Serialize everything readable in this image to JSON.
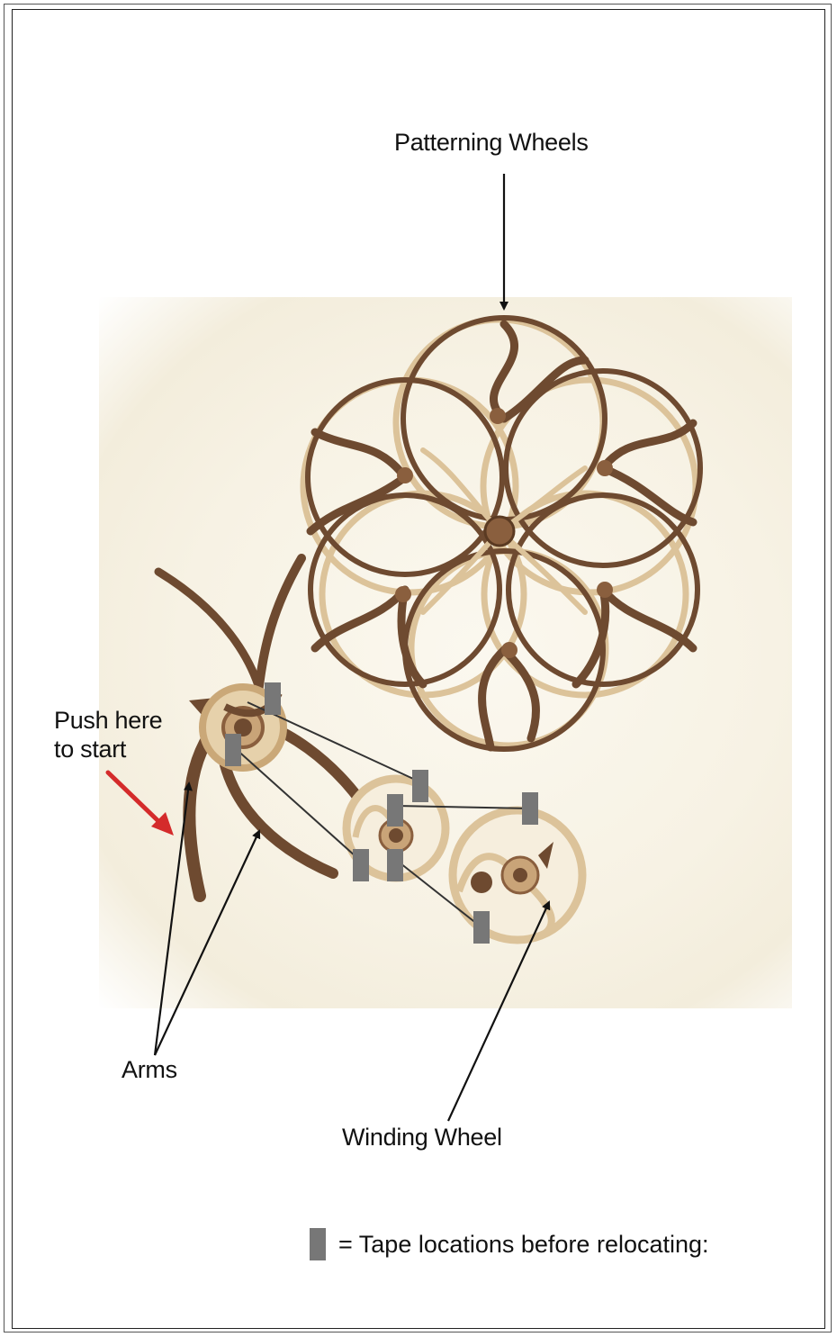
{
  "labels": {
    "patterning_wheels": "Patterning Wheels",
    "push_line1": "Push here",
    "push_line2": "to start",
    "arms": "Arms",
    "winding_wheel": "Winding Wheel"
  },
  "legend": {
    "text": "= Tape locations before relocating:"
  },
  "colors": {
    "dark_wood": "#6e4a30",
    "light_wood": "#dcc39a",
    "tape": "#777777",
    "push_arrow": "#d42b2b",
    "leader_line": "#111111"
  }
}
